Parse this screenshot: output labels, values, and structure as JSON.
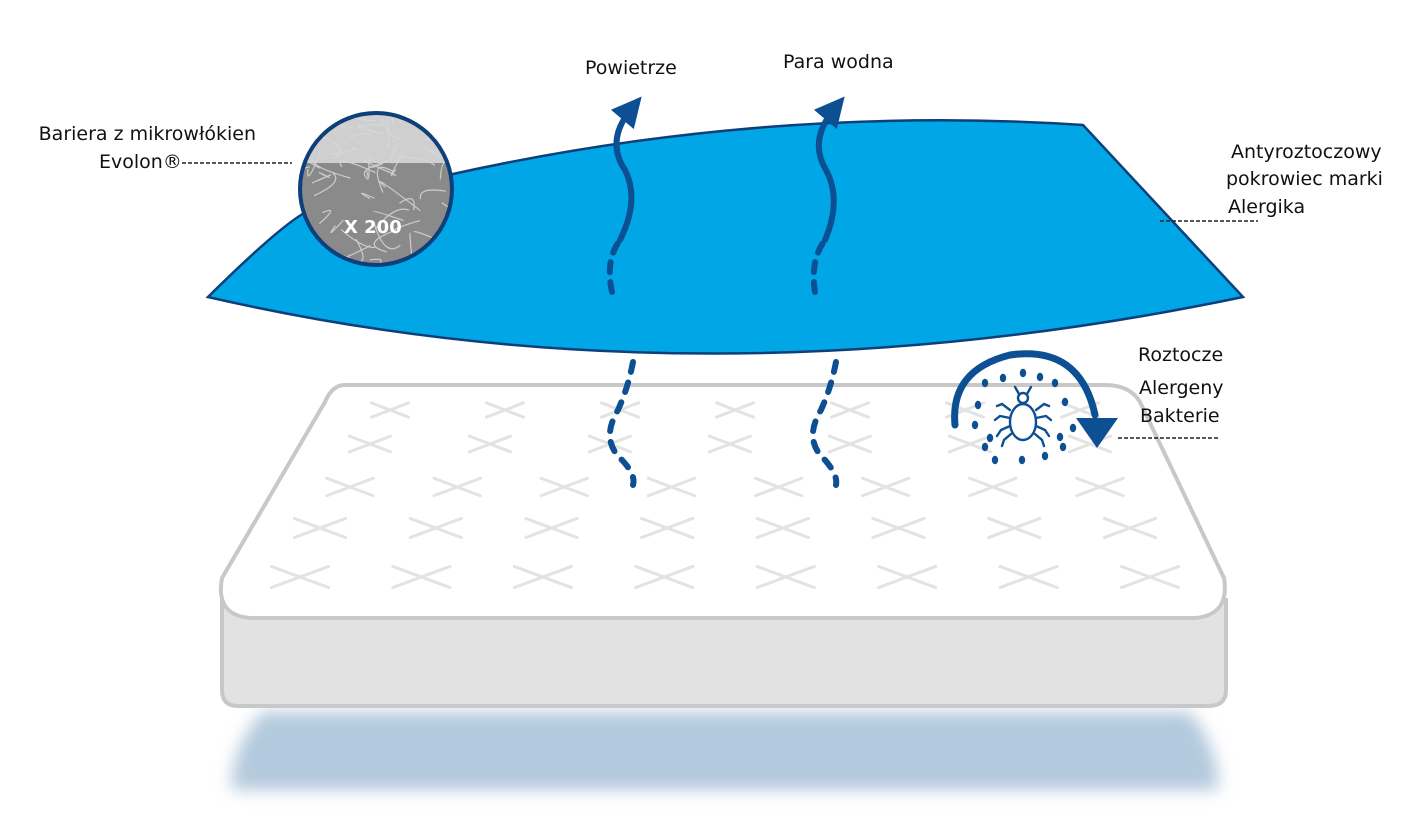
{
  "labels": {
    "air": "Powietrze",
    "vapor": "Para wodna",
    "evolon_line1": "Bariera z mikrowłókien",
    "evolon_line2": "Evolon®",
    "cover_line1": "Antyroztoczowy",
    "cover_line2": "pokrowiec marki",
    "cover_line3": "Alergika",
    "mites": "Roztocze",
    "allergens": "Alergeny",
    "bacteria": "Bakterie",
    "magnification": "X 200"
  },
  "colors": {
    "cover_blue": "#00a6e6",
    "arrow_blue": "#0d4f93",
    "mattress_edge": "#c8c8c8",
    "mattress_side": "#e2e2e2",
    "shadow": "#b3c9dd"
  },
  "icons": {
    "mite": "mite-icon",
    "microscope_view": "fiber-closeup-icon"
  }
}
